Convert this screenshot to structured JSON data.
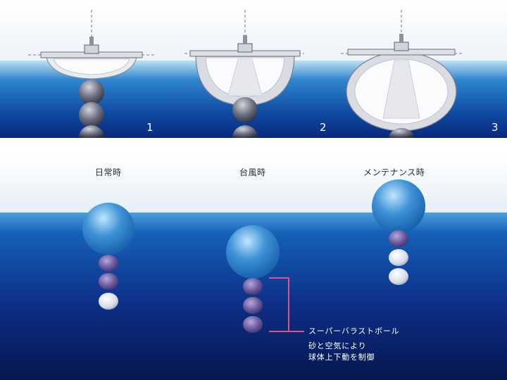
{
  "top_panel": {
    "stages": [
      {
        "number": "1"
      },
      {
        "number": "2"
      },
      {
        "number": "3"
      }
    ]
  },
  "bottom_panel": {
    "states": [
      {
        "label": "日常時"
      },
      {
        "label": "台風時"
      },
      {
        "label": "メンテナンス時"
      }
    ],
    "annotation": {
      "title": "スーパーバラストボール",
      "line1": "砂と空気により",
      "line2": "球体上下動を制御"
    }
  },
  "colors": {
    "sea_deep": "#0a1e6e",
    "sea_light": "#1a5fb0",
    "float_sphere": "#3f93d6",
    "ballast_ball": "#6a5a9c",
    "bracket": "#e0508a"
  }
}
